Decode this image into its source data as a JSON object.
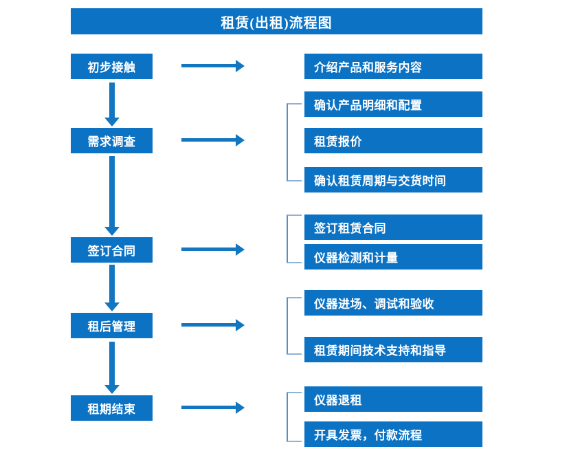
{
  "diagram": {
    "title": "租赁(出租)流程图",
    "colors": {
      "box_fill": "#0b72c4",
      "box_text": "#ffffff",
      "arrow": "#1277c0",
      "bracket": "#5b8ec2",
      "background": "#ffffff"
    },
    "stages": [
      {
        "id": "stage-1",
        "label": "初步接触",
        "arrow_label": "arrow-right-icon",
        "next_arrow_label": "arrow-down-icon",
        "details": [
          "介绍产品和服务内容"
        ],
        "grouped": false
      },
      {
        "id": "stage-2",
        "label": "需求调查",
        "arrow_label": "arrow-right-icon",
        "next_arrow_label": "arrow-down-icon",
        "details": [
          "确认产品明细和配置",
          "租赁报价",
          "确认租赁周期与交货时间"
        ],
        "grouped": true
      },
      {
        "id": "stage-3",
        "label": "签订合同",
        "arrow_label": "arrow-right-icon",
        "next_arrow_label": "arrow-down-icon",
        "details": [
          "签订租赁合同",
          "仪器检测和计量"
        ],
        "grouped": true
      },
      {
        "id": "stage-4",
        "label": "租后管理",
        "arrow_label": "arrow-right-icon",
        "next_arrow_label": "arrow-down-icon",
        "details": [
          "仪器进场、调试和验收",
          "租赁期间技术支持和指导"
        ],
        "grouped": true
      },
      {
        "id": "stage-5",
        "label": "租期结束",
        "arrow_label": "arrow-right-icon",
        "next_arrow_label": "",
        "details": [
          "仪器退租",
          "开具发票，付款流程"
        ],
        "grouped": true
      }
    ]
  }
}
